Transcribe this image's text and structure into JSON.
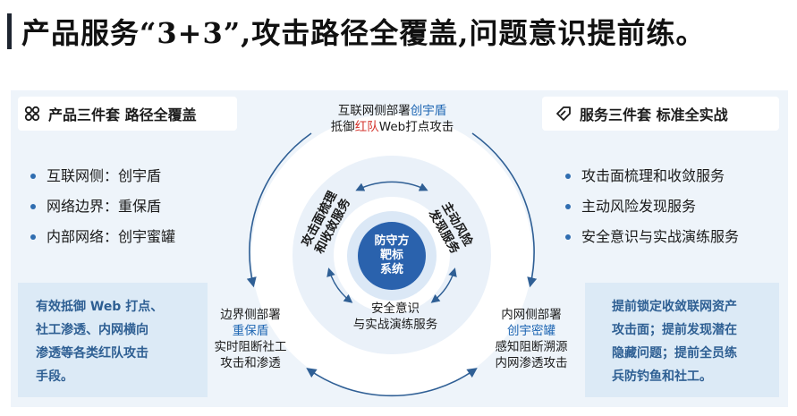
{
  "title": "产品服务“3+3”,攻击路径全覆盖,问题意识提前练。",
  "left_tab": {
    "label": "产品三件套 路径全覆盖",
    "icon": "grid-icon"
  },
  "right_tab": {
    "label": "服务三件套 标准全实战",
    "icon": "tag-icon"
  },
  "left_list": [
    "互联网侧：创宇盾",
    "网络边界：重保盾",
    "内部网络：创宇蜜罐"
  ],
  "right_list": [
    "攻击面梳理和收敛服务",
    "主动风险发现服务",
    "安全意识与实战演练服务"
  ],
  "left_note": [
    "有效抵御 Web 打点、",
    "社工渗透、内网横向",
    "渗透等各类红队攻击",
    "手段。"
  ],
  "right_note": [
    "提前锁定收敛联网资产",
    "攻击面；提前发现潜在",
    "隐藏问题；提前全员练",
    "兵防钓鱼和社工。"
  ],
  "diagram": {
    "top": {
      "l1a": "互联网侧部署",
      "l1b": "创宇盾",
      "l2a": "抵御",
      "l2b": "红队",
      "l2c": "Web打点攻击"
    },
    "left": {
      "l1": "边界侧部署",
      "l2": "重保盾",
      "l3": "实时阻断社工",
      "l4": "攻击和渗透"
    },
    "right": {
      "l1": "内网侧部署",
      "l2": "创宇密罐",
      "l3": "感知阻断溯源",
      "l4": "内网渗透攻击"
    },
    "inner_left": [
      "攻击面梳理",
      "和收敛服务"
    ],
    "inner_right": [
      "主动风险",
      "发现服务"
    ],
    "inner_bottom": [
      "安全意识",
      "与实战演练服务"
    ],
    "center": [
      "防守方",
      "靶标",
      "系统"
    ]
  },
  "colors": {
    "accent": "#2a62ad",
    "blue_text": "#1e66b3",
    "red_text": "#d3322b",
    "note_bg": "#dceaf6",
    "stage_bg": "#eef4fa"
  }
}
